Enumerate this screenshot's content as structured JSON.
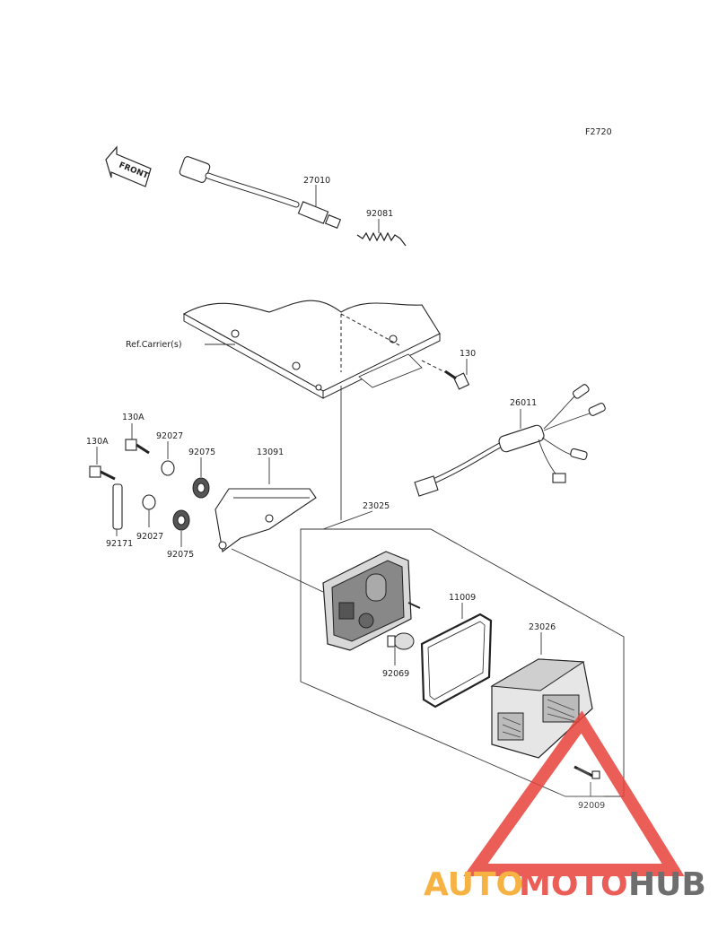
{
  "figure_code": "F2720",
  "front_label": "FRONT",
  "ref_label": "Ref.Carrier(s)",
  "part_numbers": {
    "sensor_cable": "27010",
    "spring": "92081",
    "bolt_130": "130",
    "harness": "26011",
    "bolt_130a_top": "130A",
    "bolt_130a_left": "130A",
    "collar_92027_top": "92027",
    "collar_92027_bottom": "92027",
    "damper_92075_top": "92075",
    "damper_92075_bottom": "92075",
    "bracket": "13091",
    "plate": "92171",
    "lamp_assembly": "23025",
    "gasket": "11009",
    "bulb": "92069",
    "lens": "23026",
    "screw": "92009"
  },
  "watermark": {
    "part1": "AUTO",
    "part2": "MOTO",
    "part3": "HUB",
    "color1": "#f5a623",
    "color2": "#e8433a",
    "color3": "#555555"
  }
}
